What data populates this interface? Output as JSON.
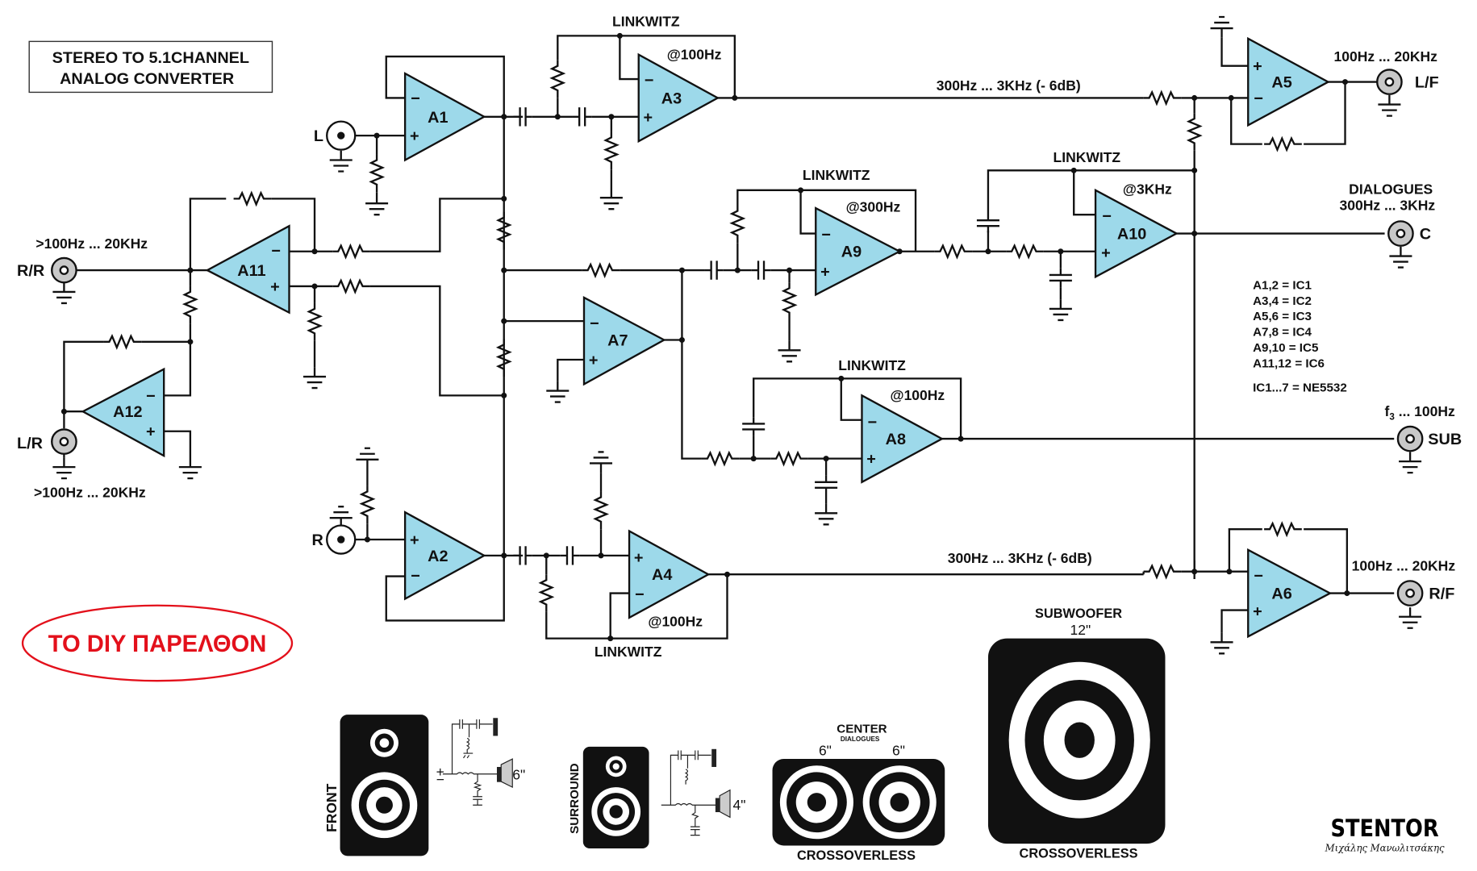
{
  "title": {
    "line1": "STEREO TO 5.1CHANNEL",
    "line2": "ANALOG CONVERTER"
  },
  "colors": {
    "opamp_fill": "#9dd9ea",
    "output_connector_fill": "#c8c8c8",
    "logo_red": "#e3101b",
    "ink": "#111111"
  },
  "amplifiers": {
    "a1": "A1",
    "a2": "A2",
    "a3": "A3",
    "a4": "A4",
    "a5": "A5",
    "a6": "A6",
    "a7": "A7",
    "a8": "A8",
    "a9": "A9",
    "a10": "A10",
    "a11": "A11",
    "a12": "A12"
  },
  "pins": {
    "minus": "−",
    "plus": "+"
  },
  "inputs": {
    "left": "L",
    "right": "R"
  },
  "outputs": {
    "rr": {
      "label": "R/R",
      "band": ">100Hz ... 20KHz"
    },
    "lr": {
      "label": "L/R",
      "band": ">100Hz ... 20KHz"
    },
    "lf": {
      "label": "L/F",
      "band": "100Hz ... 20KHz"
    },
    "rf": {
      "label": "R/F",
      "band": "100Hz ... 20KHz"
    },
    "c": {
      "label": "C",
      "band_title": "DIALOGUES",
      "band": "300Hz ... 3KHz"
    },
    "sub": {
      "label": "SUB",
      "band_prefix": "f",
      "band_sub": "3",
      "band": " ... 100Hz"
    }
  },
  "filter_notes": {
    "linkwitz": "LINKWITZ",
    "a3_freq": "@100Hz",
    "a4_freq": "@100Hz",
    "a8_freq": "@100Hz",
    "a9_freq": "@300Hz",
    "a10_freq": "@3KHz",
    "mid_band_top": "300Hz ... 3KHz (- 6dB)",
    "mid_band_bottom": "300Hz ... 3KHz (- 6dB)"
  },
  "ic_map": [
    "A1,2 = IC1",
    "A3,4 = IC2",
    "A5,6 = IC3",
    "A7,8 = IC4",
    "A9,10 = IC5",
    "A11,12 = IC6"
  ],
  "ic_part": "IC1...7 = NE5532",
  "logo": {
    "text": "TO DIY ΠΑΡΕΛΘΟΝ"
  },
  "speakers": {
    "front": {
      "label": "FRONT",
      "size": "6\""
    },
    "surround": {
      "label": "SURROUND",
      "size": "4\""
    },
    "center": {
      "label": "CENTER",
      "sub": "DIALOGUES",
      "size_left": "6\"",
      "size_right": "6\"",
      "note": "CROSSOVERLESS"
    },
    "subwoofer": {
      "label": "SUBWOOFER",
      "size": "12\"",
      "note": "CROSSOVERLESS"
    }
  },
  "crossover": {
    "plus": "+",
    "minus": "−"
  },
  "brand": {
    "name": "STENTOR",
    "signature": "Μιχάλης Μανωλιτσάκης"
  }
}
